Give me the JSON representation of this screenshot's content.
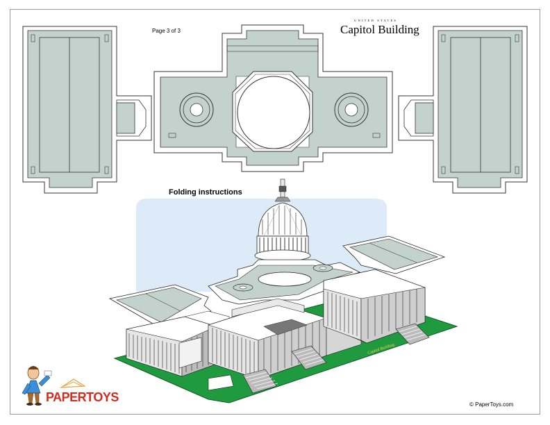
{
  "header": {
    "page_label": "Page 3 of 3",
    "brand_small": "UNITED STATES",
    "brand_title": "Capitol Building"
  },
  "instructions": {
    "title": "Folding instructions"
  },
  "footer": {
    "copyright": "© PaperToys.com",
    "logo": "PAPERTOYS"
  },
  "colors": {
    "panel_fill": "#c4d2ce",
    "panel_border": "#333333",
    "sky_blue": "#dcebf7",
    "lawn_green": "#1f9a3e",
    "logo_red": "#d52b1e"
  }
}
